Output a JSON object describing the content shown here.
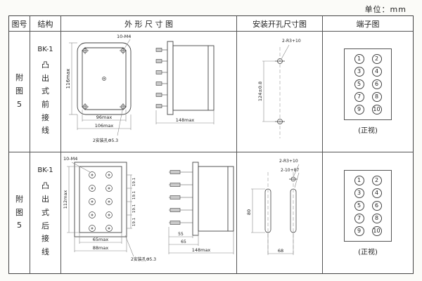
{
  "page": {
    "unit": "单位：mm"
  },
  "headers": {
    "fig": "图号",
    "structure": "结构",
    "outline": "外 形 尺 寸 图",
    "mounting": "安装开孔尺寸图",
    "terminal": "端子图"
  },
  "rows": [
    {
      "fig": "附图5",
      "model": "BK-1",
      "structure_desc": "凸出式前接线",
      "outline": {
        "screw_label": "10-M4",
        "height": "116max",
        "width_inner": "96max",
        "width_outer": "106max",
        "hole_label": "2安装孔Φ5.3",
        "depth": "148max"
      },
      "mounting": {
        "hole_label": "2-R3+10",
        "height": "124±0.8"
      },
      "terminal": {
        "left": [
          "1",
          "3",
          "5",
          "7",
          "9"
        ],
        "right": [
          "2",
          "4",
          "6",
          "8",
          "10"
        ],
        "view": "(正视)"
      }
    },
    {
      "fig": "附图5",
      "model": "BK-1",
      "structure_desc": "凸出式后接线",
      "outline": {
        "screw_label": "10-M4",
        "height": "112max",
        "pitch": [
          "19.1",
          "19.1",
          "19.1",
          "19.1"
        ],
        "width_inner": "65max",
        "width_outer": "88max",
        "hole_label": "2安装孔Φ5.3",
        "pin_w1": "55",
        "pin_w2": "65",
        "depth": "148max"
      },
      "mounting": {
        "hole_label": "2-R3+10",
        "slot_label": "2-10+87",
        "height": "80",
        "width": "68"
      },
      "terminal": {
        "left": [
          "1",
          "3",
          "5",
          "7",
          "9"
        ],
        "right": [
          "2",
          "4",
          "6",
          "8",
          "10"
        ],
        "view": "(正视)"
      }
    }
  ]
}
